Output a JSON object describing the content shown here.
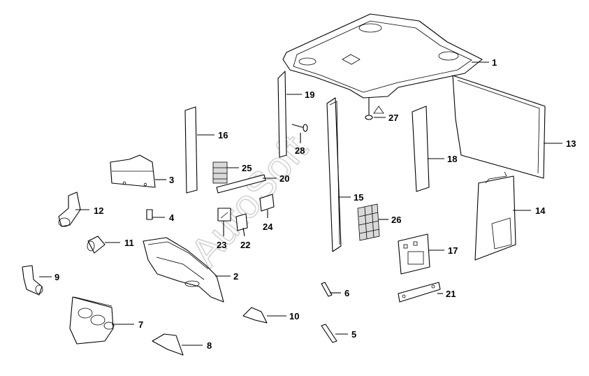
{
  "watermark": "AutoSoft",
  "callouts": {
    "c1": "1",
    "c2": "2",
    "c3": "3",
    "c4": "4",
    "c5": "5",
    "c6": "6",
    "c7": "7",
    "c8": "8",
    "c9": "9",
    "c10": "10",
    "c11": "11",
    "c12": "12",
    "c13": "13",
    "c14": "14",
    "c15": "15",
    "c16": "16",
    "c17": "17",
    "c18": "18",
    "c19": "19",
    "c20": "20",
    "c21": "21",
    "c22": "22",
    "c23": "23",
    "c24": "24",
    "c25": "25",
    "c26": "26",
    "c27": "27",
    "c28": "28"
  },
  "colors": {
    "line": "#000000",
    "background": "#ffffff",
    "watermark": "#cfcfcf"
  }
}
